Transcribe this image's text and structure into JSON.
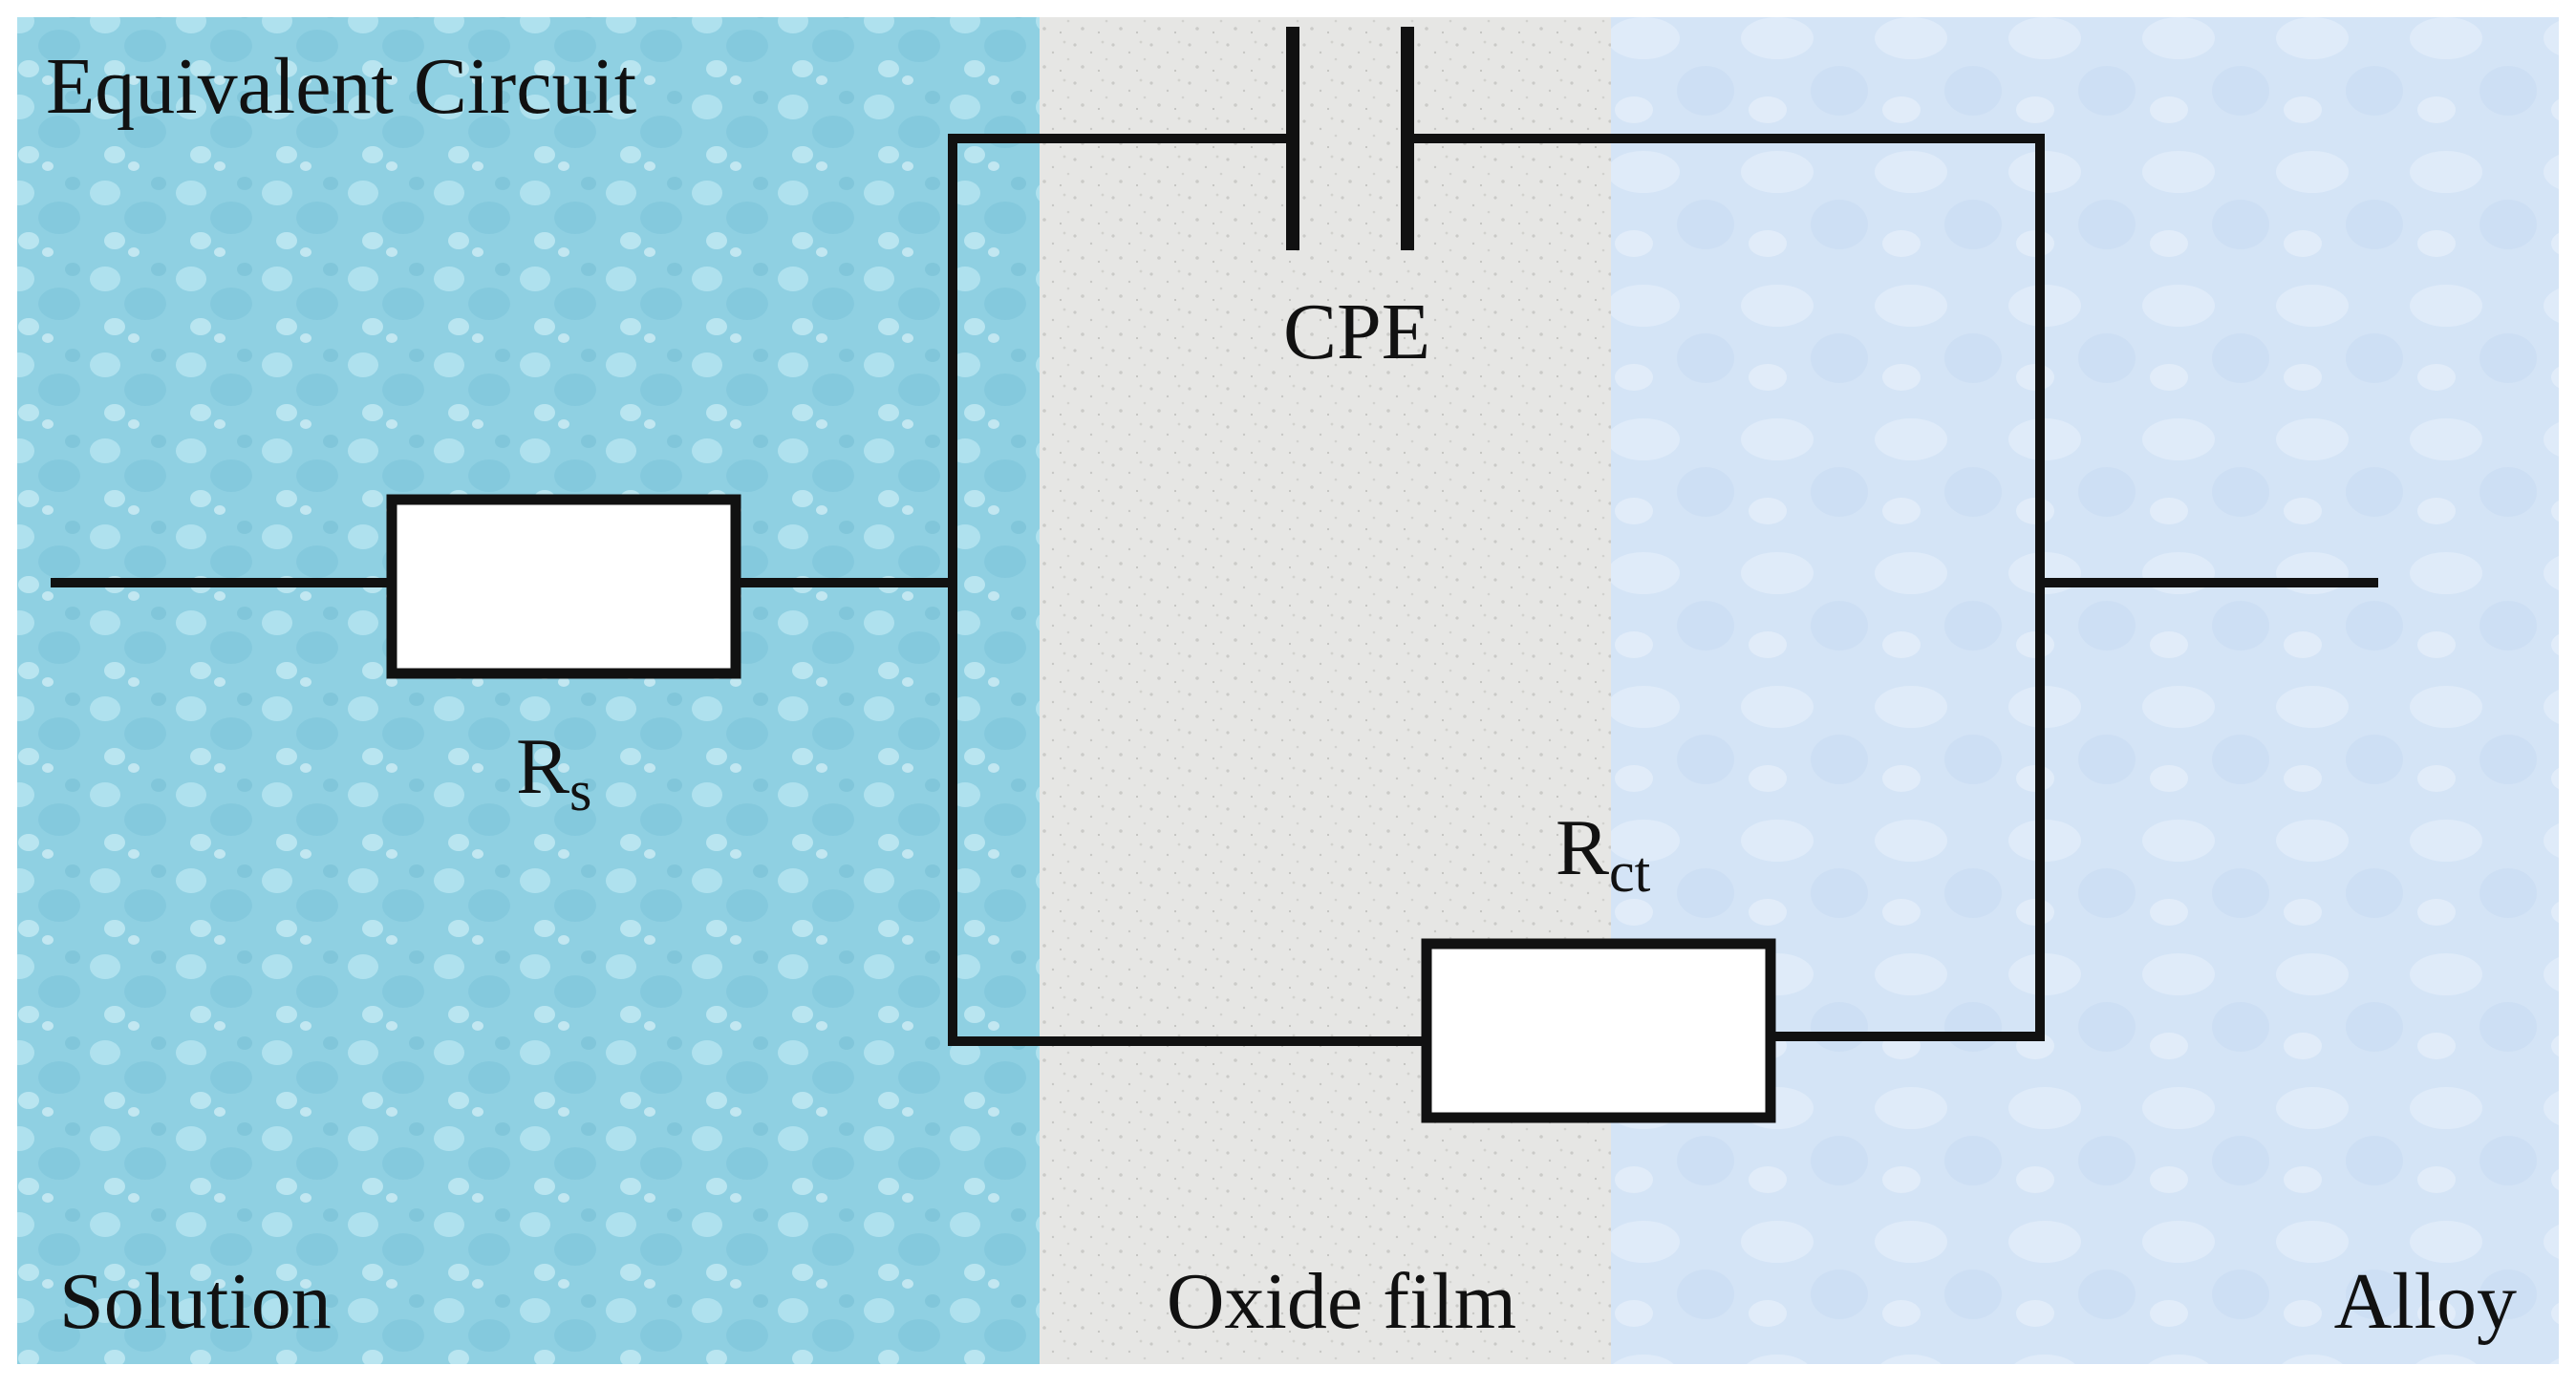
{
  "diagram": {
    "title": "Equivalent Circuit",
    "regions": [
      {
        "label": "Solution",
        "color": "#8fd0e2"
      },
      {
        "label": "Oxide film",
        "color": "#e6e6e4"
      },
      {
        "label": "Alloy",
        "color": "#d4e4f6"
      }
    ],
    "components": {
      "rs": {
        "main": "R",
        "sub": "s"
      },
      "cpe": {
        "label": "CPE"
      },
      "rct": {
        "main": "R",
        "sub": "ct"
      }
    },
    "line_color": "#111111"
  }
}
